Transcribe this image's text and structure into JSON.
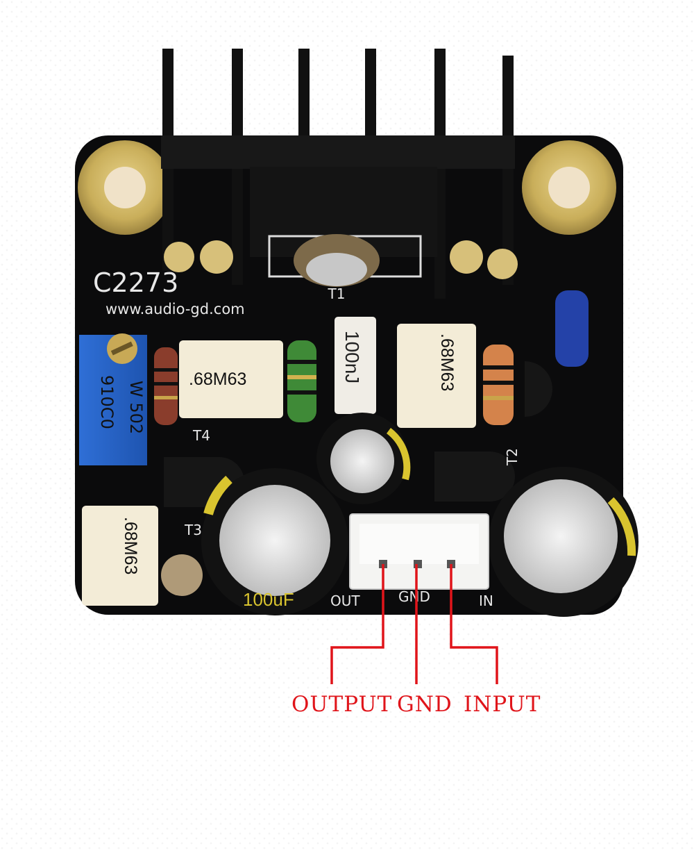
{
  "board": {
    "model": "C2273",
    "website": "www.audio-gd.com",
    "transistor_labels": [
      "T1",
      "T2",
      "T3",
      "T4"
    ],
    "connector_pins": [
      "OUT",
      "GND",
      "IN"
    ],
    "capacitor_film_label": ".68M63",
    "capacitor_box_label": "100nJ",
    "trimmer_marking": [
      "W 502",
      "910C0"
    ],
    "electrolytic_label": "100uF"
  },
  "pin_labels": {
    "output": "OUTPUT",
    "gnd": "GND",
    "input": "INPUT"
  },
  "colors": {
    "pcb": "#0b0b0c",
    "label_red": "#e0141a",
    "trimmer_blue": "#2f6fd6"
  }
}
